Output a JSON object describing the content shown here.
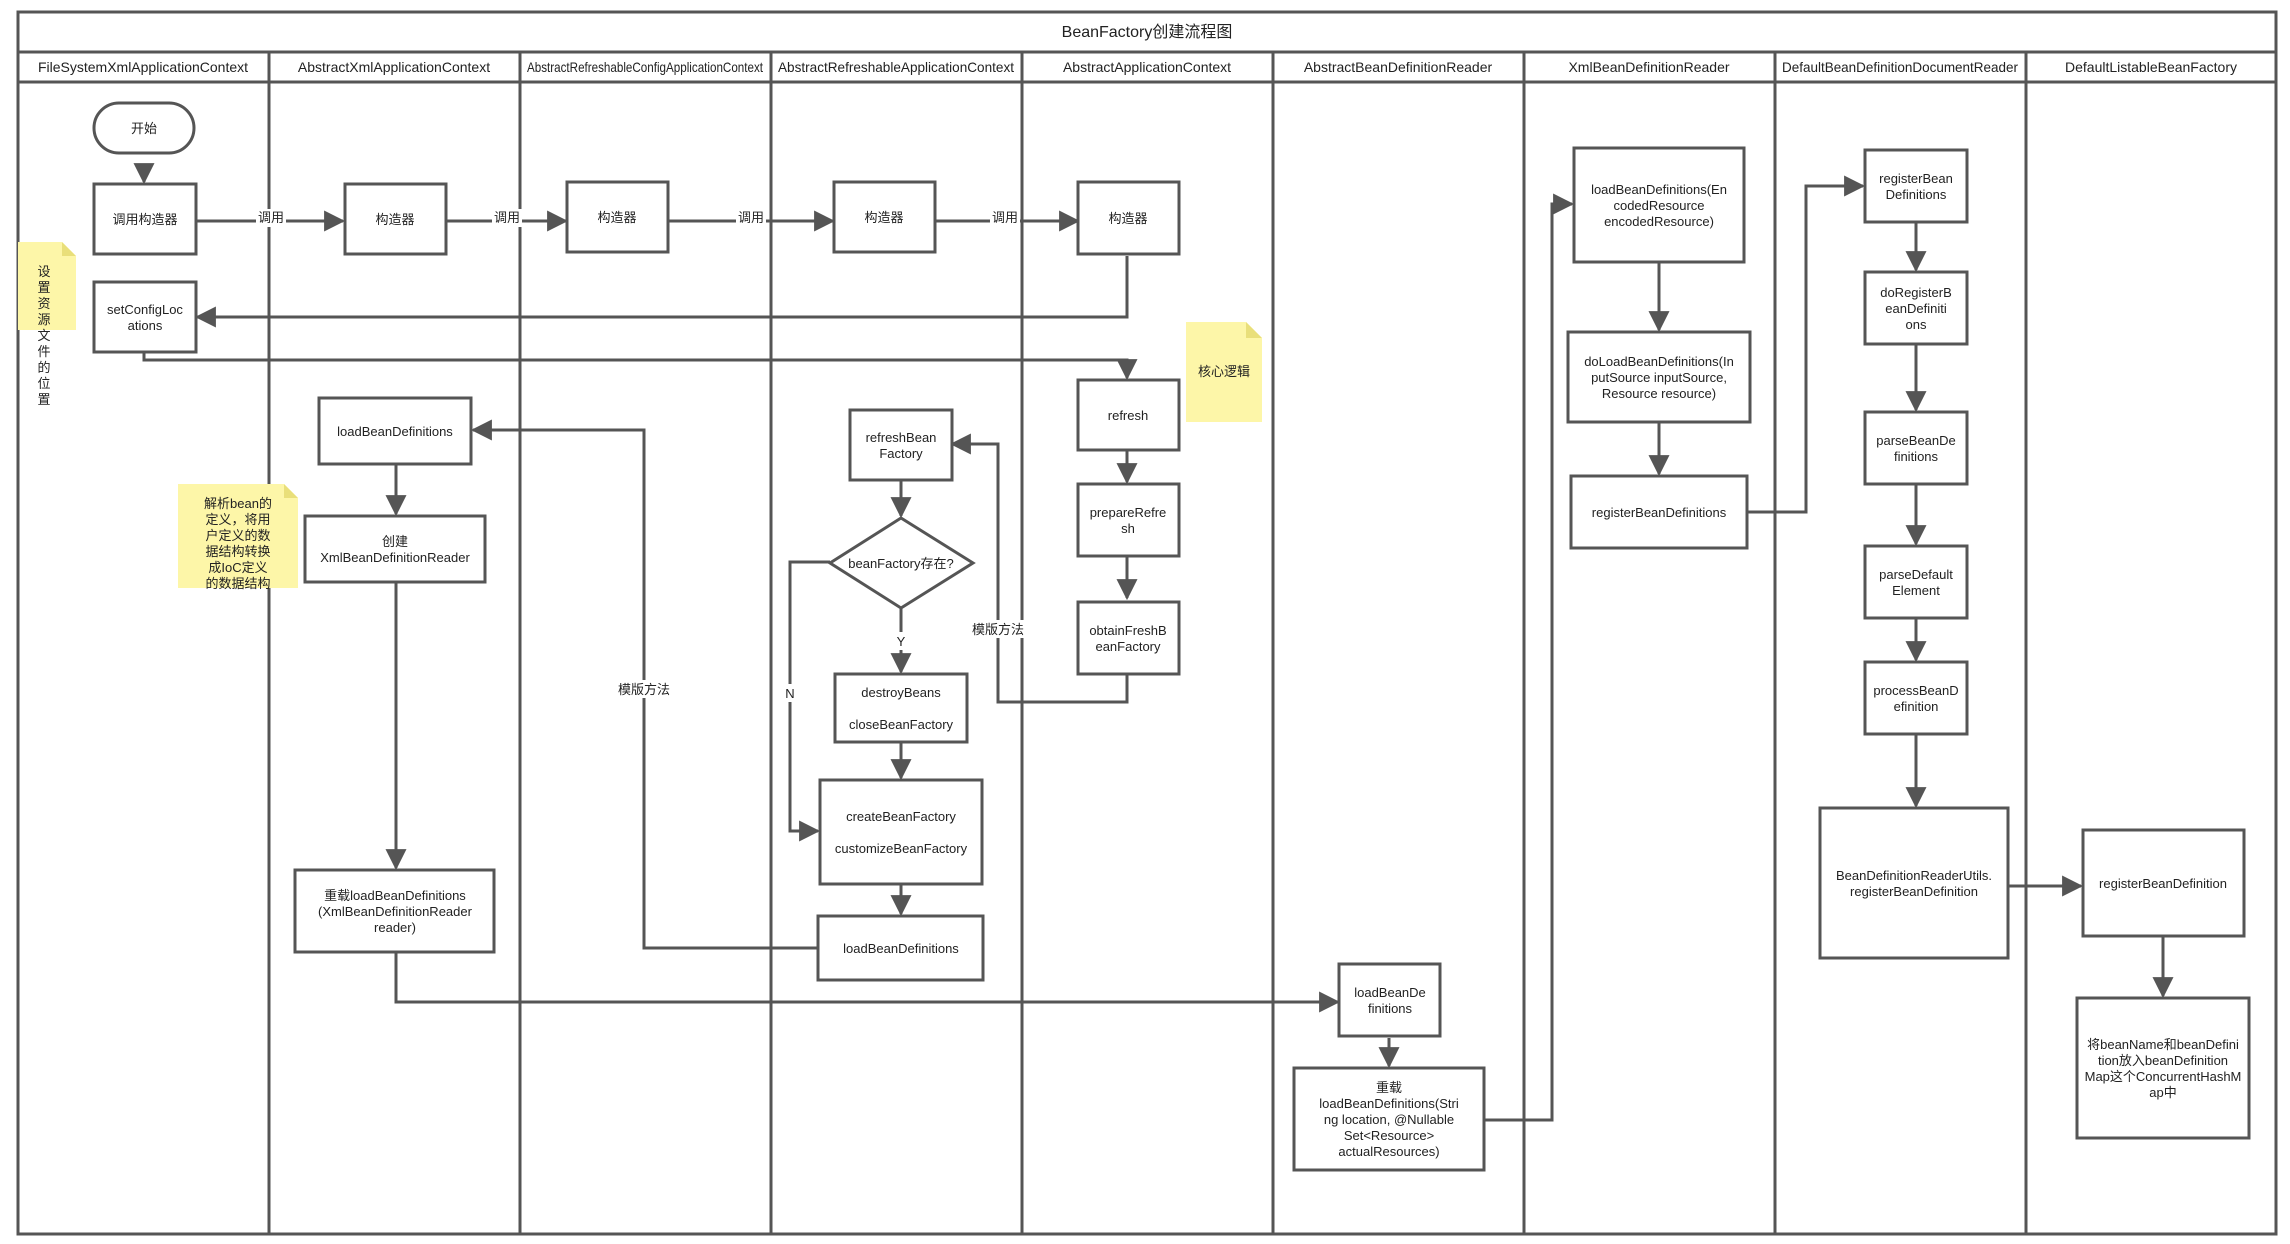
{
  "title": "BeanFactory创建流程图",
  "lanes": [
    "FileSystemXmlApplicationContext",
    "AbstractXmlApplicationContext",
    "AbstractRefreshableConfigApplicationContext",
    "AbstractRefreshableApplicationContext",
    "AbstractApplicationContext",
    "AbstractBeanDefinitionReader",
    "XmlBeanDefinitionReader",
    "DefaultBeanDefinitionDocumentReader",
    "DefaultListableBeanFactory"
  ],
  "nodes": {
    "start": "开始",
    "fs_ctor": "调用构造器",
    "fs_setConfig": "setConfigLocations",
    "ax_ctor": "构造器",
    "arc_ctor": "构造器",
    "ara_ctor": "构造器",
    "aac_ctor": "构造器",
    "aac_refresh": "refresh",
    "aac_prepare": "prepareRefresh",
    "aac_obtain": "obtainFreshBeanFactory",
    "ara_refreshBF": "refreshBeanFactory",
    "ara_decision": "beanFactory存在?",
    "ara_destroy": "destroyBeans closeBeanFactory",
    "ara_create": "createBeanFactory customizeBeanFactory",
    "ara_loadBD": "loadBeanDefinitions",
    "ax_loadBD": "loadBeanDefinitions",
    "ax_create": "创建 XmlBeanDefinitionReader",
    "ax_overload": "重载loadBeanDefinitions (XmlBeanDefinitionReader reader)",
    "abr_load": "loadBeanDefinitions",
    "abr_overload": "重载 loadBeanDefinitions(String location, @Nullable Set<Resource> actualResources)",
    "xml_loadEnc": "loadBeanDefinitions(EncodedResource encodedResource)",
    "xml_doLoad": "doLoadBeanDefinitions(InputSource inputSource, Resource resource)",
    "xml_register": "registerBeanDefinitions",
    "dr_register": "registerBeanDefinitions",
    "dr_doRegister": "doRegisterBeanDefinitions",
    "dr_parse": "parseBeanDefinitions",
    "dr_parseDefault": "parseDefaultElement",
    "dr_process": "processBeanDefinition",
    "dr_utils": "BeanDefinitionReaderUtils.registerBeanDefinition",
    "dl_register": "registerBeanDefinition",
    "dl_put": "将beanName和beanDefinition放入beanDefinitionMap这个ConcurrentHashMap中"
  },
  "notes": {
    "note_resource": "设置资源文件的位置",
    "note_core": "核心逻辑",
    "note_parse": "解析bean的定义，将用户定义的数据结构转换成IoC定义的数据结构"
  },
  "edge_labels": {
    "call1": "调用",
    "call2": "调用",
    "call3": "调用",
    "call4": "调用",
    "template1": "模版方法",
    "template2": "模版方法",
    "yes": "Y",
    "no": "N"
  },
  "colors": {
    "line": "#555555",
    "border": "#555555",
    "note": "#fdf6a8",
    "note_fold": "#e9df7a"
  }
}
